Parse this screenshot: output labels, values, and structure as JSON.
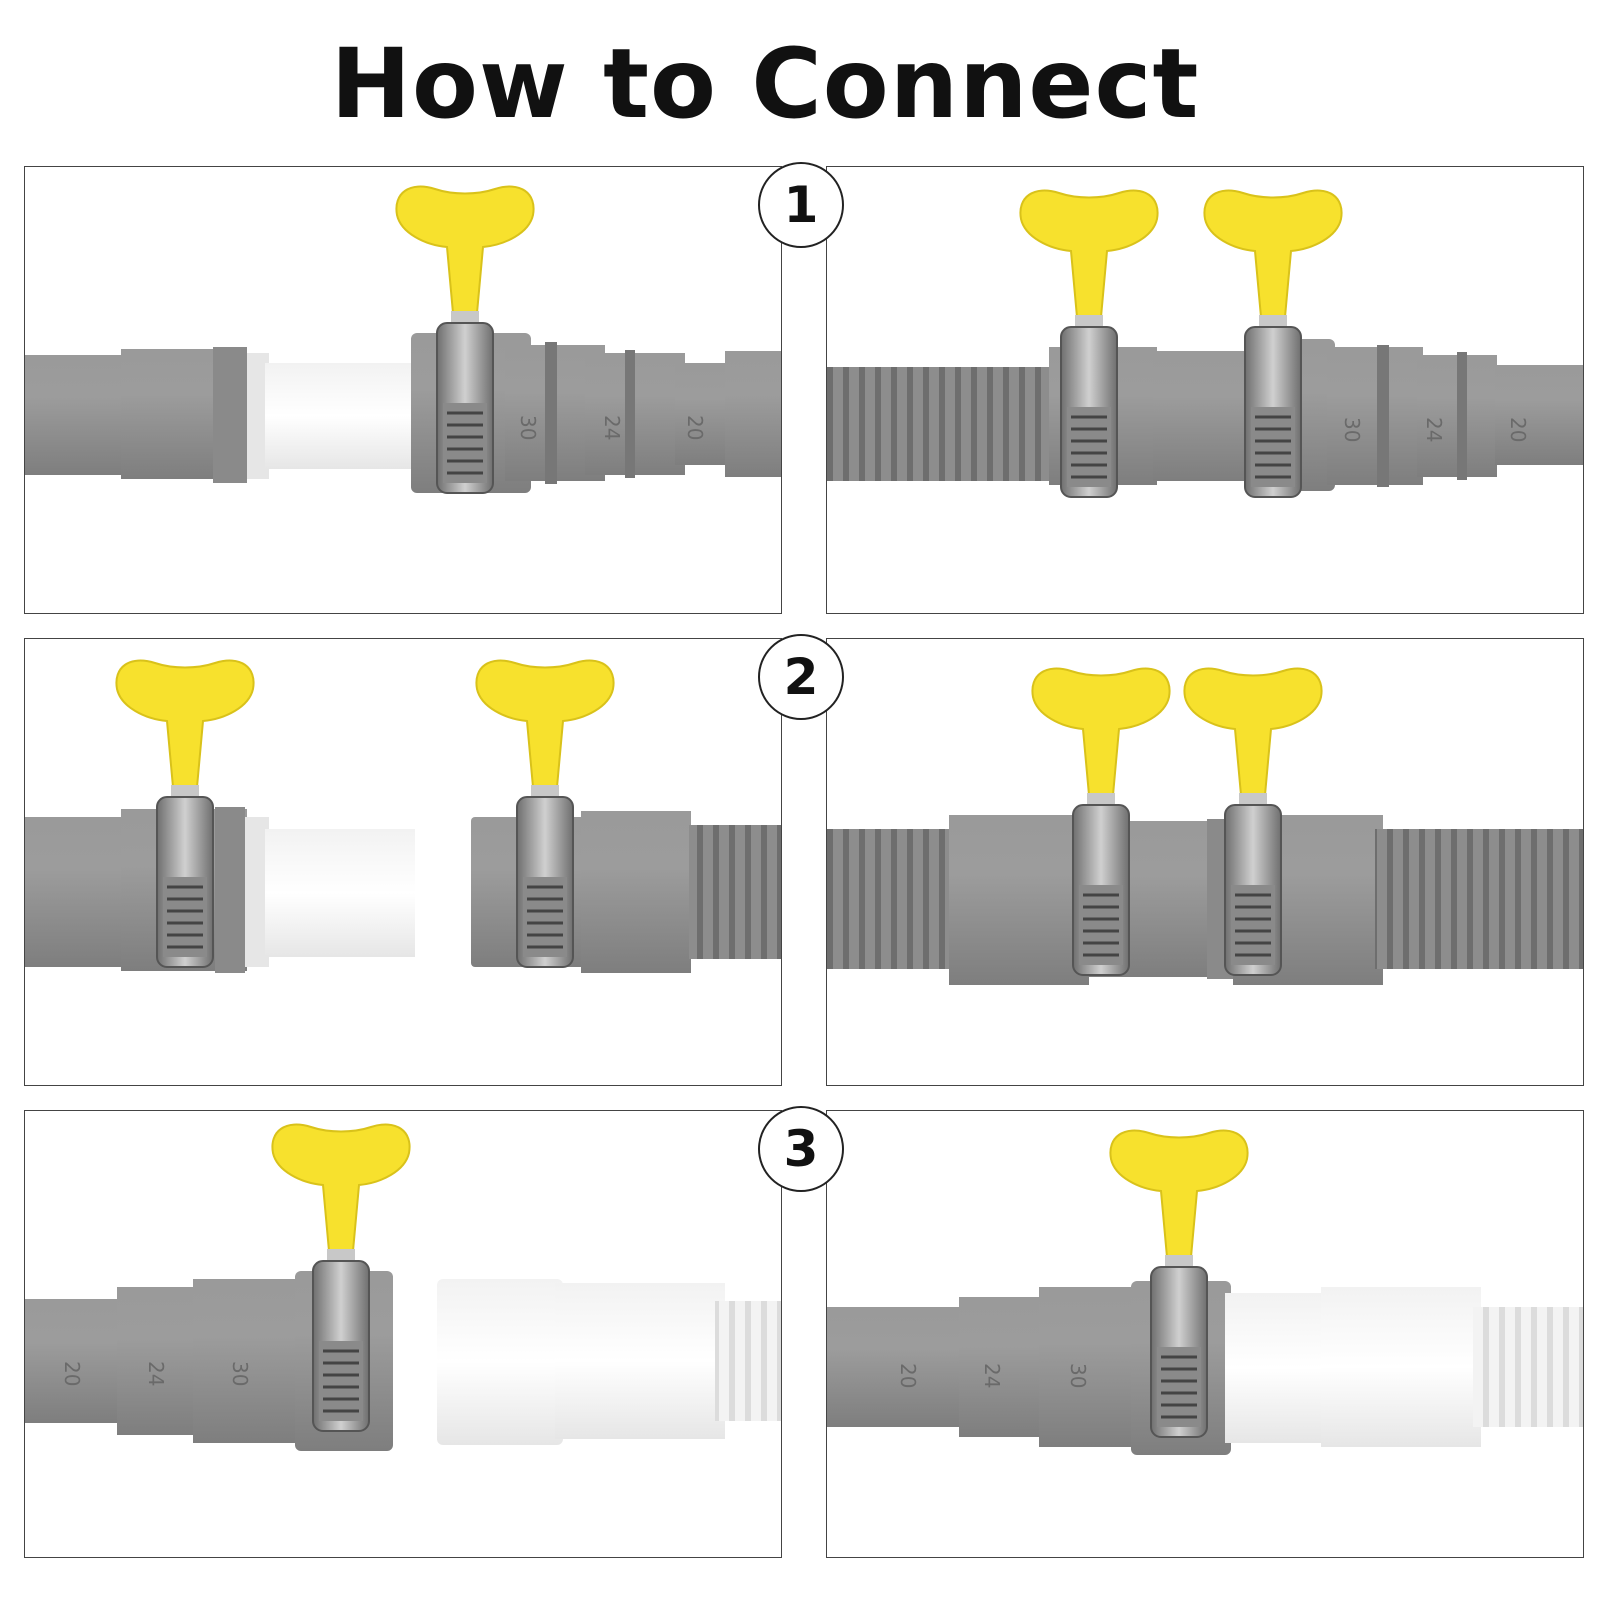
{
  "title": "How to Connect",
  "steps": [
    {
      "number": "1"
    },
    {
      "number": "2"
    },
    {
      "number": "3"
    }
  ],
  "hose_markings": {
    "size_30": "30",
    "size_24": "24",
    "size_20": "20"
  },
  "colors": {
    "hose_gray": "#8f8f8f",
    "hose_gray_dark": "#787878",
    "adapter_white": "#f4f4f4",
    "key_yellow": "#f7e12d",
    "clamp_steel": "#9a9a9a",
    "border": "#444444"
  },
  "icons": [
    "yellow-key-clamp-icon",
    "gray-drain-hose-icon",
    "white-adapter-icon"
  ]
}
